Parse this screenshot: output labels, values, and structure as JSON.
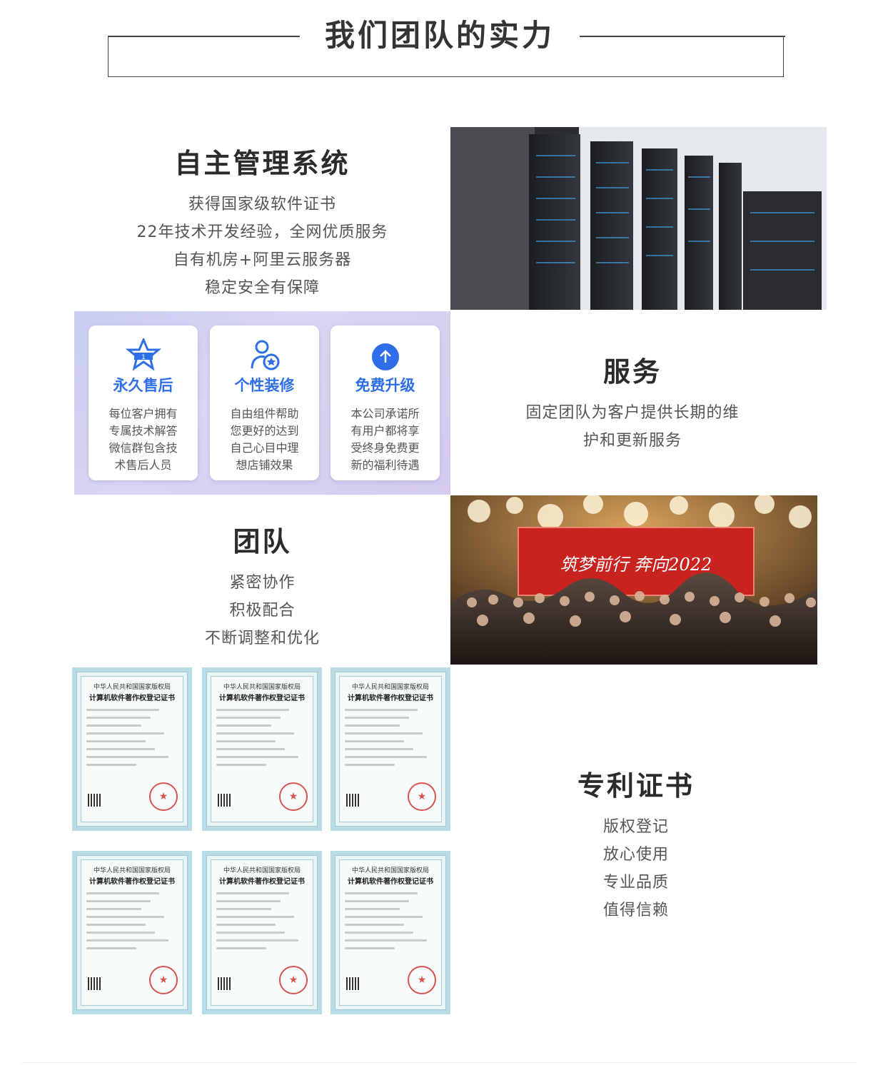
{
  "header": {
    "title": "我们团队的实力"
  },
  "system": {
    "title": "自主管理系统",
    "lines": [
      "获得国家级软件证书",
      "22年技术开发经验，全网优质服务",
      "自有机房+阿里云服务器",
      "稳定安全有保障"
    ]
  },
  "features": [
    {
      "icon": "badge-star-icon",
      "title": "永久售后",
      "desc": [
        "每位客户拥有",
        "专属技术解答",
        "微信群包含技",
        "术售后人员"
      ]
    },
    {
      "icon": "user-star-icon",
      "title": "个性装修",
      "desc": [
        "自由组件帮助",
        "您更好的达到",
        "自己心目中理",
        "想店铺效果"
      ]
    },
    {
      "icon": "arrow-up-circle-icon",
      "title": "免费升级",
      "desc": [
        "本公司承诺所",
        "有用户都将享",
        "受终身免费更",
        "新的福利待遇"
      ]
    }
  ],
  "service": {
    "title": "服务",
    "lines": [
      "固定团队为客户提供长期的维",
      "护和更新服务"
    ]
  },
  "team": {
    "title": "团队",
    "lines": [
      "紧密协作",
      "积极配合",
      "不断调整和优化"
    ],
    "photo_banner": "筑梦前行 奔向2022"
  },
  "patent": {
    "title": "专利证书",
    "lines": [
      "版权登记",
      "放心使用",
      "专业品质",
      "值得信赖"
    ]
  },
  "certificate": {
    "heading1": "中华人民共和国国家版权局",
    "heading2": "计算机软件著作权登记证书",
    "seal": "★"
  },
  "colors": {
    "accent": "#2e6ee8",
    "panel": "#d3d0f1",
    "seal": "#d9534f"
  }
}
